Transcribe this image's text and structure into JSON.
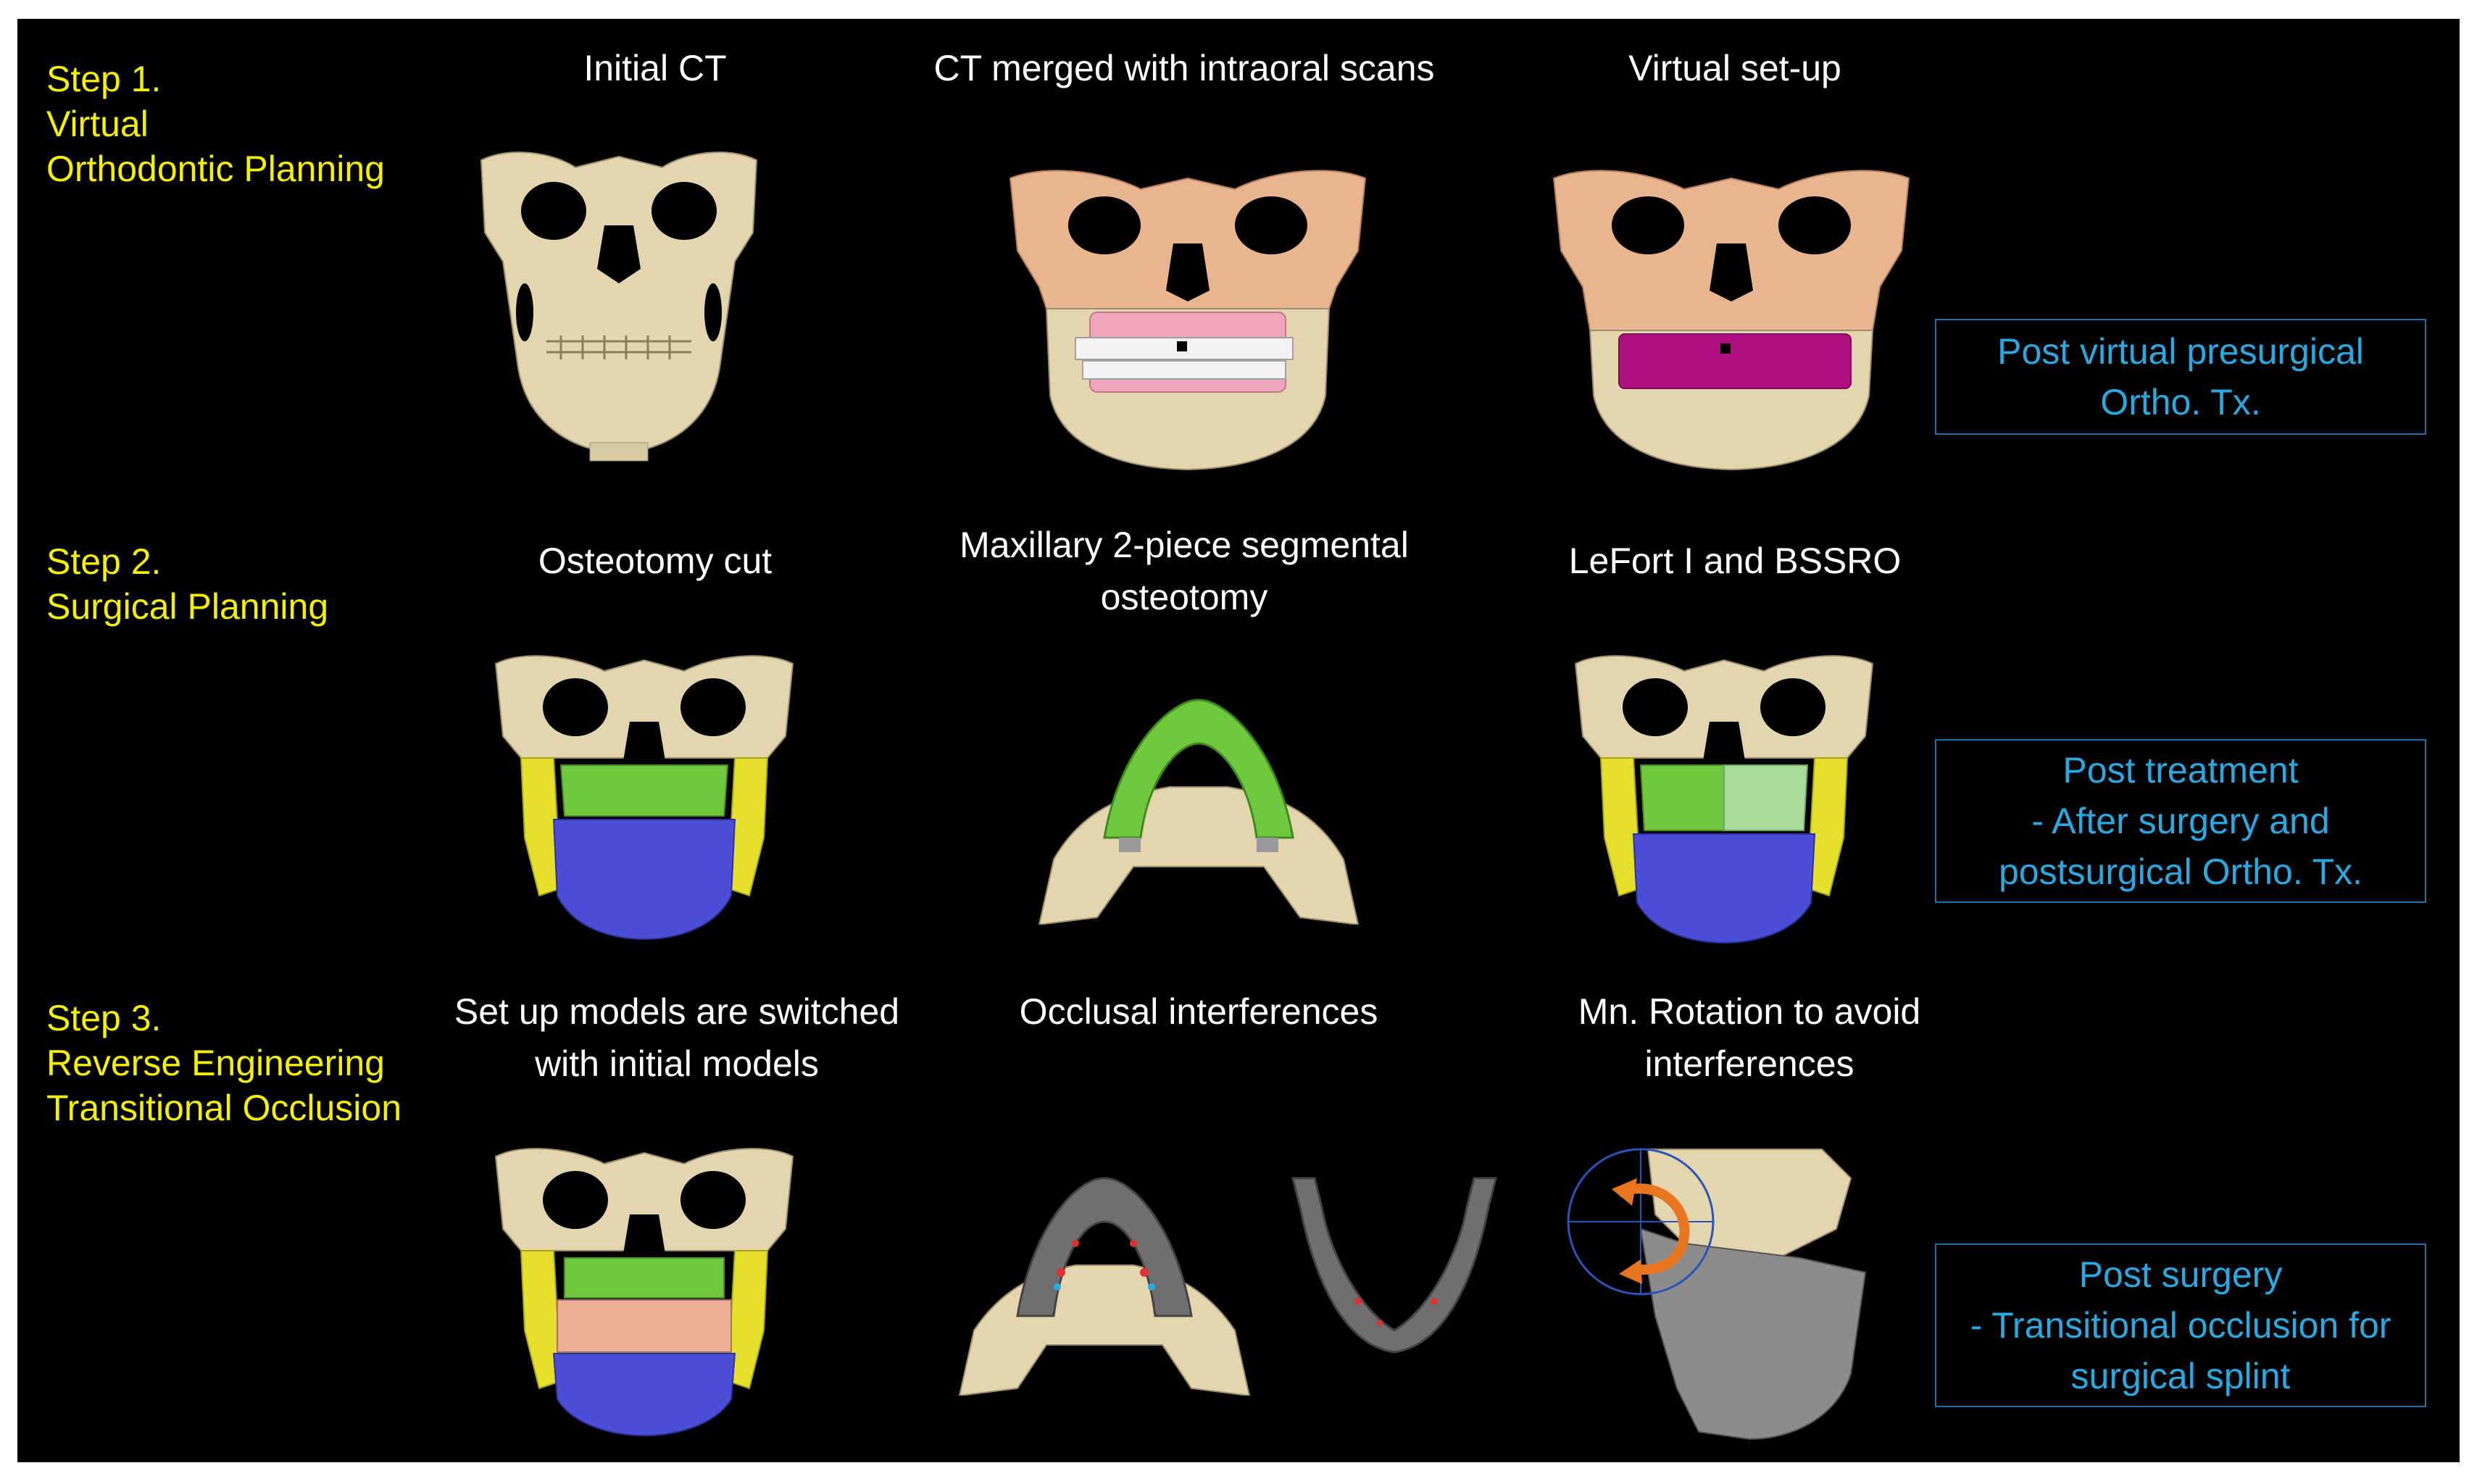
{
  "steps": [
    {
      "label": "Step 1.\nVirtual\nOrthodontic Planning",
      "captions": [
        "Initial CT",
        "CT merged with intraoral scans",
        "Virtual set-up"
      ],
      "note": "Post virtual presurgical\nOrtho. Tx."
    },
    {
      "label": "Step 2.\nSurgical Planning",
      "captions": [
        "Osteotomy cut",
        "Maxillary 2-piece segmental\nosteotomy",
        "LeFort I and BSSRO"
      ],
      "note": "Post treatment\n- After surgery and\npostsurgical Ortho. Tx."
    },
    {
      "label": "Step 3.\nReverse Engineering\nTransitional Occlusion",
      "captions": [
        "Set up models are switched\nwith initial models",
        "Occlusal interferences",
        "Mn. Rotation to avoid\ninterferences"
      ],
      "note": "Post surgery\n- Transitional occlusion for\nsurgical splint"
    }
  ],
  "colors": {
    "background": "#000000",
    "step_label": "#f5f000",
    "caption": "#ffffff",
    "note_text": "#29a9e0",
    "note_border": "#2a6fa3",
    "bone": "#e3d5ae",
    "bone_orange": "#e8b58f",
    "teeth_pink": "#efa6bb",
    "teeth_magenta": "#b0107e",
    "maxilla_green": "#6fc83e",
    "maxilla_light_green": "#a9dc9a",
    "mandible_blue": "#4a4fd6",
    "ramus_yellow": "#e6e02c",
    "teeth_salmon": "#ecae94",
    "model_gray": "#6f6f6f",
    "rotation_arrow": "#e8751f",
    "rotation_circle": "#2b54b8"
  },
  "figures": [
    [
      "skull-front-icon",
      "skull-orange-pink-teeth-icon",
      "skull-orange-magenta-teeth-icon"
    ],
    [
      "skull-osteotomy-icon",
      "maxilla-segmental-icon",
      "skull-lefort-bssro-icon"
    ],
    [
      "skull-switched-models-icon",
      "occlusal-interference-models-icon",
      "mandible-rotation-icon"
    ]
  ]
}
